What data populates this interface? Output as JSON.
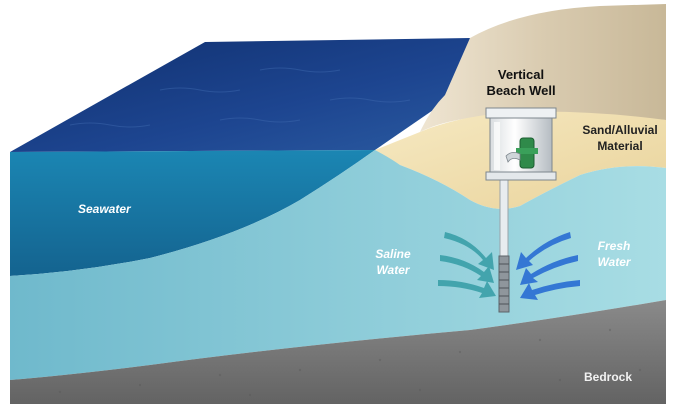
{
  "labels": {
    "well_line1": "Vertical",
    "well_line2": "Beach Well",
    "sand_line1": "Sand/Alluvial",
    "sand_line2": "Material",
    "seawater": "Seawater",
    "saline_line1": "Saline",
    "saline_line2": "Water",
    "fresh_line1": "Fresh",
    "fresh_line2": "Water",
    "bedrock": "Bedrock"
  },
  "colors": {
    "sea_surface": "#1a3f86",
    "seawater_body": "#1a78a6",
    "groundwater": "#7cc3d3",
    "sand": "#f0dfae",
    "dune": "#ddd0b7",
    "bedrock": "#7a7a7a",
    "saline_arrow": "#3aa0a8",
    "fresh_arrow": "#2f72d4",
    "pump": "#2f8a4a"
  }
}
